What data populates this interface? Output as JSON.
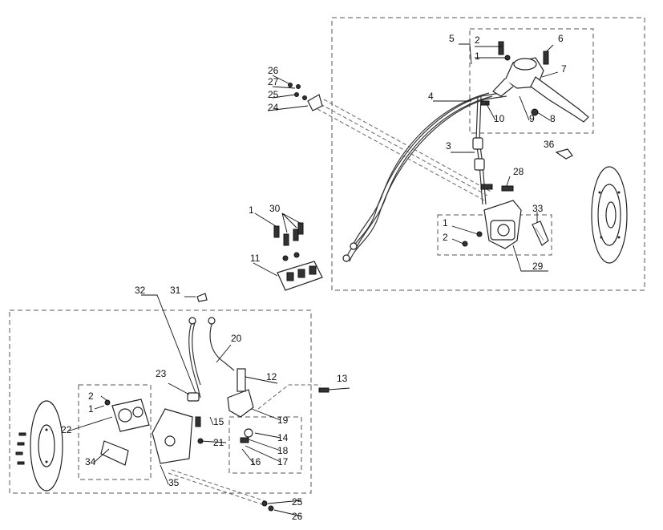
{
  "callouts": [
    {
      "id": "c1a",
      "text": "1"
    },
    {
      "id": "c2a",
      "text": "2"
    },
    {
      "id": "c3",
      "text": "3"
    },
    {
      "id": "c4",
      "text": "4"
    },
    {
      "id": "c5",
      "text": "5"
    },
    {
      "id": "c6",
      "text": "6"
    },
    {
      "id": "c7",
      "text": "7"
    },
    {
      "id": "c8",
      "text": "8"
    },
    {
      "id": "c9",
      "text": "9"
    },
    {
      "id": "c10",
      "text": "10"
    },
    {
      "id": "c1b",
      "text": "1"
    },
    {
      "id": "c2b",
      "text": "2"
    },
    {
      "id": "c28",
      "text": "28"
    },
    {
      "id": "c33",
      "text": "33"
    },
    {
      "id": "c29",
      "text": "29"
    },
    {
      "id": "c36",
      "text": "36"
    },
    {
      "id": "c26a",
      "text": "26"
    },
    {
      "id": "c27",
      "text": "27"
    },
    {
      "id": "c25a",
      "text": "25"
    },
    {
      "id": "c24",
      "text": "24"
    },
    {
      "id": "c1c",
      "text": "1"
    },
    {
      "id": "c30",
      "text": "30"
    },
    {
      "id": "c11",
      "text": "11"
    },
    {
      "id": "c32",
      "text": "32"
    },
    {
      "id": "c31",
      "text": "31"
    },
    {
      "id": "c20",
      "text": "20"
    },
    {
      "id": "c23",
      "text": "23"
    },
    {
      "id": "c12",
      "text": "12"
    },
    {
      "id": "c13",
      "text": "13"
    },
    {
      "id": "c2c",
      "text": "2"
    },
    {
      "id": "c1d",
      "text": "1"
    },
    {
      "id": "c22",
      "text": "22"
    },
    {
      "id": "c15",
      "text": "15"
    },
    {
      "id": "c19",
      "text": "19"
    },
    {
      "id": "c14",
      "text": "14"
    },
    {
      "id": "c18",
      "text": "18"
    },
    {
      "id": "c17",
      "text": "17"
    },
    {
      "id": "c16",
      "text": "16"
    },
    {
      "id": "c21",
      "text": "21"
    },
    {
      "id": "c34",
      "text": "34"
    },
    {
      "id": "c35",
      "text": "35"
    },
    {
      "id": "c25b",
      "text": "25"
    },
    {
      "id": "c26b",
      "text": "26"
    }
  ]
}
